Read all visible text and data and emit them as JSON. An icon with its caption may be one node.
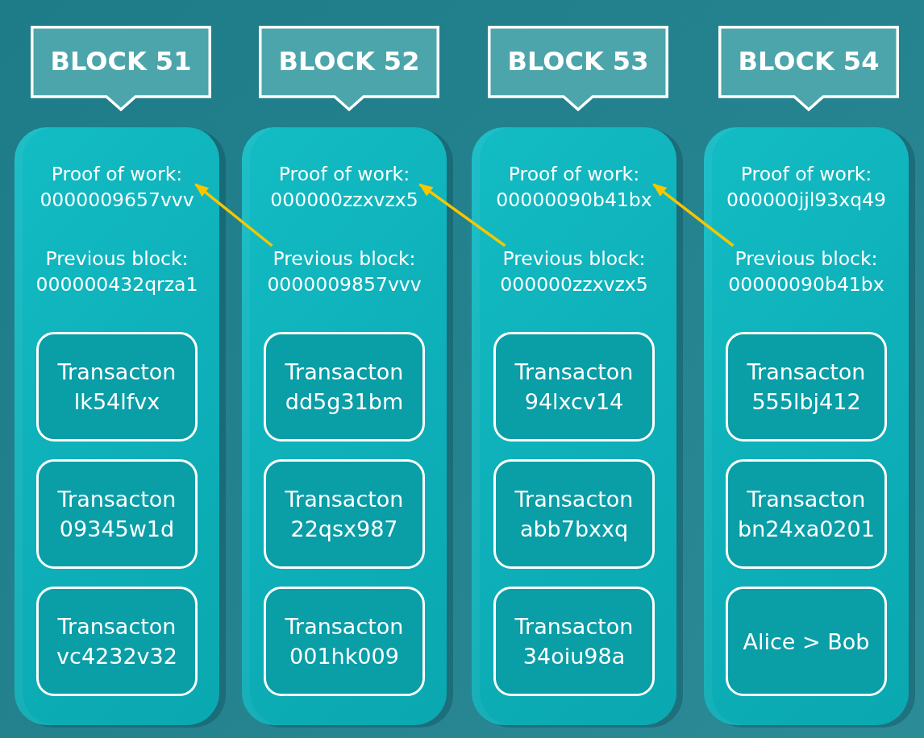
{
  "diagram": {
    "nodes": [
      {
        "text": [
          "BLOCK 51"
        ]
      },
      {
        "text": [],
        "shape": "box"
      },
      {
        "text": [
          "Proof of work:",
          "0000009657vvv"
        ],
        "in": 1
      },
      {
        "text": [
          "Previous block:",
          "000000432qrza1"
        ],
        "in": 1
      },
      {
        "text": [
          "Transacton lk54lfvx"
        ],
        "in": 1
      },
      {
        "text": [
          "Transacton 09345w1d"
        ],
        "in": 1
      },
      {
        "text": [
          "Transacton vc4232v32"
        ],
        "in": 1
      },
      {
        "text": [
          "BLOCK 52"
        ]
      },
      {
        "text": [],
        "shape": "box"
      },
      {
        "text": [
          "Proof of work:",
          "000000zzxvzx5"
        ],
        "in": 8
      },
      {
        "text": [
          "Previous block:",
          "0000009857vvv"
        ],
        "in": 8
      },
      {
        "text": [
          "Transacton dd5g31bm"
        ],
        "in": 8
      },
      {
        "text": [
          "Transacton 22qsx987"
        ],
        "in": 8
      },
      {
        "text": [
          "Transacton 001hk009"
        ],
        "in": 8
      },
      {
        "text": [
          "BLOCK 53"
        ]
      },
      {
        "text": [],
        "shape": "box"
      },
      {
        "text": [
          "Proof of work:",
          "00000090b41bx"
        ],
        "in": 15
      },
      {
        "text": [
          "Previous block:",
          "000000zzxvzx5"
        ],
        "in": 15
      },
      {
        "text": [
          "Transacton 94lxcv14"
        ],
        "in": 15
      },
      {
        "text": [
          "Transacton abb7bxxq"
        ],
        "in": 15
      },
      {
        "text": [
          "Transacton 34oiu98a"
        ],
        "in": 15
      },
      {
        "text": [
          "BLOCK 54"
        ]
      },
      {
        "text": [],
        "shape": "box"
      },
      {
        "text": [
          "Proof of work:",
          "000000jjl93xq49"
        ],
        "in": 22
      },
      {
        "text": [
          "Previous block:",
          "00000090b41bx"
        ],
        "in": 22
      },
      {
        "text": [
          "Transacton 555lbj412"
        ],
        "in": 22
      },
      {
        "text": [
          "Transacton bn24xa0201"
        ],
        "in": 22
      },
      {
        "text": [
          "Alice > Bob"
        ],
        "in": 22
      }
    ],
    "edges": [
      {
        "from": 10,
        "to": 2,
        "arrow": "to"
      },
      {
        "from": 17,
        "to": 9,
        "arrow": "to"
      },
      {
        "from": 24,
        "to": 16,
        "arrow": "to"
      }
    ]
  }
}
